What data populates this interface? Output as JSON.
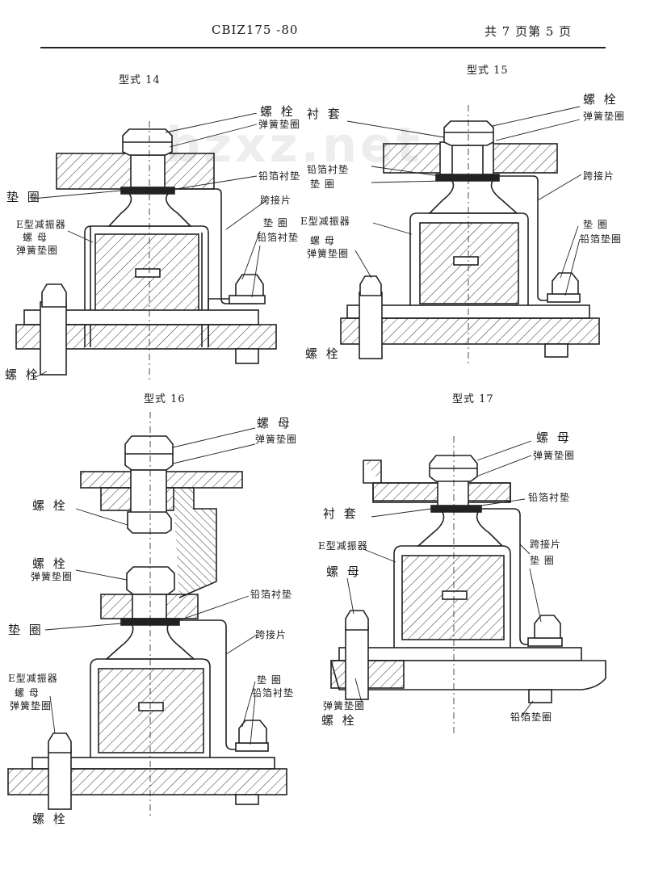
{
  "header": {
    "code": "CBIZ175 -80",
    "page": "共 7 页第 5 页"
  },
  "watermark": "bzxz.net",
  "figures": [
    {
      "title": "型式 14",
      "labels": {
        "bolt_top": "螺 栓",
        "spring_washer": "弹簧垫圈",
        "lead_gasket": "铅箔衬垫",
        "washer": "垫 圈",
        "damper": "E型减振器",
        "nut": "螺 母",
        "spring_washer2": "弹簧垫圈",
        "jumper": "跨接片",
        "washer2": "垫 圈",
        "lead_washer": "铅箔衬垫",
        "bolt_bottom": "螺 栓"
      }
    },
    {
      "title": "型式 15",
      "labels": {
        "bolt_top": "螺 栓",
        "sleeve": "衬 套",
        "spring_washer": "弹簧垫圈",
        "lead_gasket": "铅箔衬垫",
        "washer": "垫 圈",
        "jumper": "跨接片",
        "damper": "E型减振器",
        "nut": "螺 母",
        "spring_washer2": "弹簧垫圈",
        "washer2": "垫 圈",
        "lead_washer": "铅箔垫圈",
        "bolt_bottom": "螺 栓"
      }
    },
    {
      "title": "型式 16",
      "labels": {
        "nut_top": "螺 母",
        "spring_washer_top": "弹簧垫圈",
        "bolt_mid": "螺 栓",
        "bolt2": "螺 栓",
        "spring_washer2": "弹簧垫圈",
        "lead_gasket": "铅箔衬垫",
        "washer": "垫 圈",
        "jumper": "跨接片",
        "damper": "E型减振器",
        "nut": "螺 母",
        "spring_washer3": "弹簧垫圈",
        "washer2": "垫 圈",
        "lead_washer": "铅箔衬垫",
        "bolt_bottom": "螺 栓"
      }
    },
    {
      "title": "型式 17",
      "labels": {
        "nut_top": "螺 母",
        "spring_washer": "弹簧垫圈",
        "lead_gasket": "铅箔衬垫",
        "sleeve": "衬 套",
        "damper": "E型减振器",
        "nut": "螺 母",
        "jumper": "跨接片",
        "washer": "垫 圈",
        "spring_washer2": "弹簧垫圈",
        "bolt": "螺 栓",
        "lead_washer": "铅箔垫圈"
      }
    }
  ]
}
